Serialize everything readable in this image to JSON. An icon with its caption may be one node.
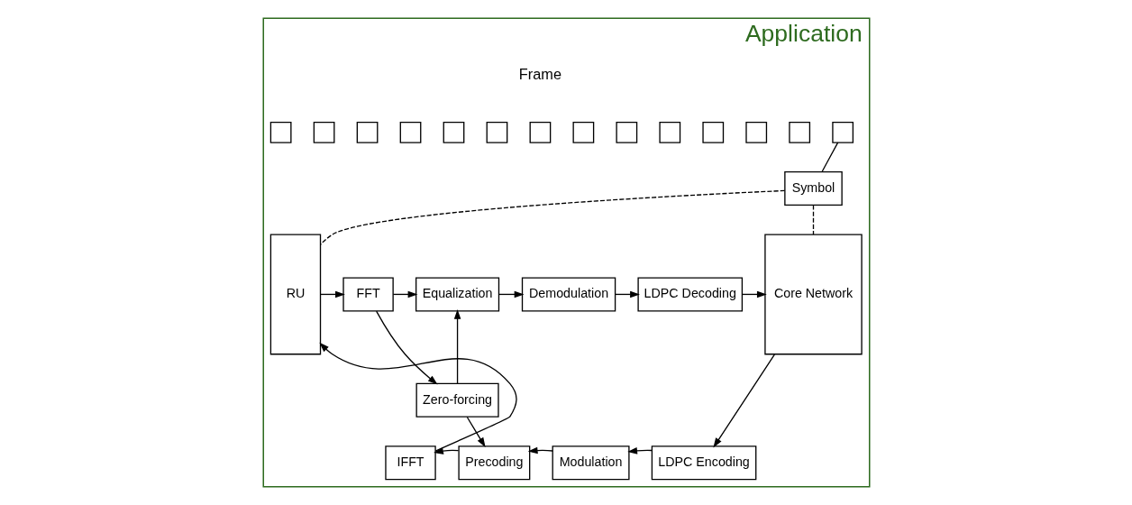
{
  "diagram": {
    "nodes": [
      {
        "text": [
          "Application"
        ]
      },
      {
        "text": [],
        "shape": "box",
        "in": 0
      },
      {
        "text": [],
        "shape": "box",
        "in": 0
      },
      {
        "text": [],
        "shape": "box",
        "in": 0
      },
      {
        "text": [],
        "shape": "box",
        "in": 0
      },
      {
        "text": [],
        "shape": "box",
        "in": 0
      },
      {
        "text": [],
        "shape": "box",
        "in": 0
      },
      {
        "text": [],
        "shape": "box",
        "in": 0
      },
      {
        "text": [],
        "shape": "box",
        "in": 0
      },
      {
        "text": [],
        "shape": "box",
        "in": 0
      },
      {
        "text": [],
        "shape": "box",
        "in": 0
      },
      {
        "text": [],
        "shape": "box",
        "in": 0
      },
      {
        "text": [],
        "shape": "box",
        "in": 0
      },
      {
        "text": [],
        "shape": "box",
        "in": 0
      },
      {
        "text": [],
        "shape": "box",
        "in": 0
      },
      {
        "text": [
          "Symbol"
        ],
        "in": 0
      },
      {
        "text": [
          "RU"
        ],
        "in": 0
      },
      {
        "text": [
          "FFT"
        ],
        "in": 0
      },
      {
        "text": [
          "Equalization"
        ],
        "in": 0
      },
      {
        "text": [
          "Demodulation"
        ],
        "in": 0
      },
      {
        "text": [
          "LDPC Decoding"
        ],
        "in": 0
      },
      {
        "text": [
          "Core Network"
        ],
        "in": 0
      },
      {
        "text": [
          "Zero-forcing"
        ],
        "in": 0
      },
      {
        "text": [
          "IFFT"
        ],
        "in": 0
      },
      {
        "text": [
          "Precoding"
        ],
        "in": 0
      },
      {
        "text": [
          "Modulation"
        ],
        "in": 0
      },
      {
        "text": [
          "LDPC Encoding"
        ],
        "in": 0
      }
    ],
    "edges": [
      {
        "from": 14,
        "to": 15,
        "arrow": "none"
      },
      {
        "from": 15,
        "to": 16,
        "arrow": "none",
        "style": "dashed"
      },
      {
        "from": 15,
        "to": 21,
        "arrow": "none",
        "style": "dashed"
      },
      {
        "from": 16,
        "to": 17,
        "arrow": "to"
      },
      {
        "from": 17,
        "to": 18,
        "arrow": "to"
      },
      {
        "from": 18,
        "to": 19,
        "arrow": "to"
      },
      {
        "from": 19,
        "to": 20,
        "arrow": "to"
      },
      {
        "from": 20,
        "to": 21,
        "arrow": "to"
      },
      {
        "from": 17,
        "to": 22,
        "arrow": "to"
      },
      {
        "from": 22,
        "to": 18,
        "arrow": "to"
      },
      {
        "from": 22,
        "to": 24,
        "arrow": "to"
      },
      {
        "from": 21,
        "to": 26,
        "arrow": "to"
      },
      {
        "from": 26,
        "to": 25,
        "arrow": "to"
      },
      {
        "from": 25,
        "to": 24,
        "arrow": "to"
      },
      {
        "from": 24,
        "to": 23,
        "arrow": "to"
      },
      {
        "from": 23,
        "to": 16,
        "arrow": "to"
      }
    ],
    "labels": [
      "Frame"
    ]
  }
}
